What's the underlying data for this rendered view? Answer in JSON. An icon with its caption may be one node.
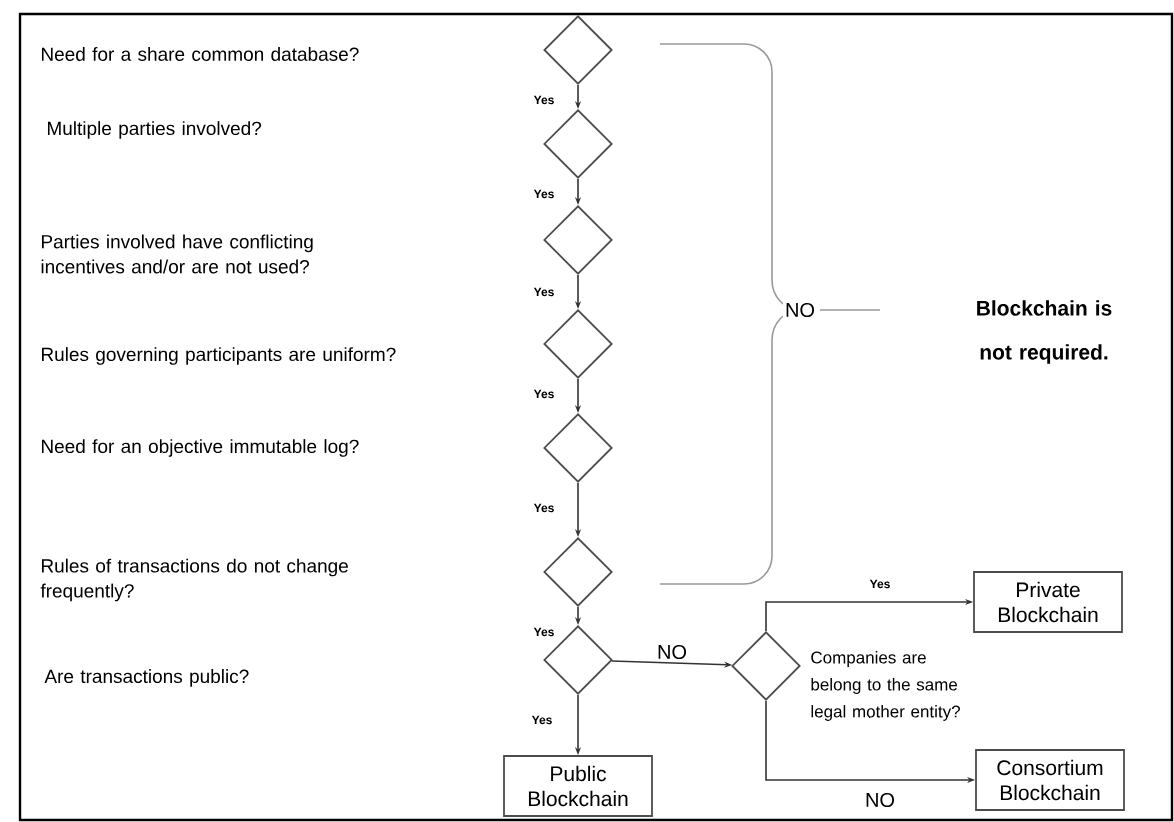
{
  "diagram": {
    "nodes": [
      {
        "text": [],
        "shape": "diamond"
      },
      {
        "text": [],
        "shape": "diamond"
      },
      {
        "text": [],
        "shape": "diamond"
      },
      {
        "text": [],
        "shape": "diamond"
      },
      {
        "text": [],
        "shape": "diamond"
      },
      {
        "text": [],
        "shape": "diamond"
      },
      {
        "text": [],
        "shape": "diamond"
      },
      {
        "text": [
          "Public Blockchain"
        ]
      },
      {
        "text": [],
        "shape": "diamond"
      },
      {
        "text": [
          "Private Blockchain"
        ]
      },
      {
        "text": [
          "Consortium Blockchain"
        ]
      }
    ],
    "edges": [
      {
        "from": 0,
        "to": 1,
        "arrow": "to",
        "label": "Yes"
      },
      {
        "from": 1,
        "to": 2,
        "arrow": "to",
        "label": "Yes"
      },
      {
        "from": 2,
        "to": 3,
        "arrow": "to",
        "label": "Yes"
      },
      {
        "from": 3,
        "to": 4,
        "arrow": "to",
        "label": "Yes"
      },
      {
        "from": 4,
        "to": 5,
        "arrow": "to",
        "label": "Yes"
      },
      {
        "from": 5,
        "to": 6,
        "arrow": "to",
        "label": "Yes"
      },
      {
        "from": 6,
        "to": 7,
        "arrow": "to",
        "label": "Yes"
      },
      {
        "from": 6,
        "to": 8,
        "arrow": "to",
        "label": "NO"
      },
      {
        "from": 8,
        "to": 9,
        "arrow": "to",
        "label": "Yes"
      },
      {
        "from": 8,
        "to": 10,
        "arrow": "to",
        "label": "NO"
      }
    ],
    "labels": [
      "Need for a share common database?",
      "Multiple parties involved?",
      "Parties involved have conflicting incentives and/or are not used?",
      "NO",
      "Blockchain is not required.",
      "Rules governing participants are uniform?",
      "Need for an objective immutable log?",
      "Rules of transactions do not change frequently?",
      "Are transactions public?",
      "Companies are belong to the same legal mother entity?"
    ]
  }
}
